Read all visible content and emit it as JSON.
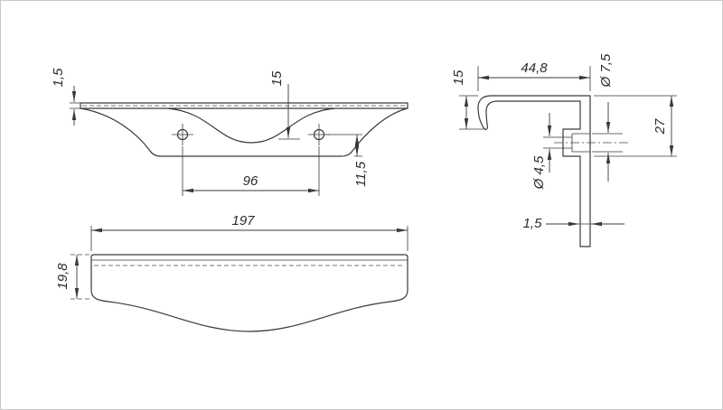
{
  "colors": {
    "background": "#ffffff",
    "line": "#3a3a3a",
    "border": "#c9c9c9"
  },
  "views": {
    "front": {
      "flange_thickness": "1,5",
      "recess_depth": "15",
      "hole_spacing": "96",
      "edge_height": "11,5"
    },
    "top": {
      "length": "197",
      "depth": "19,8"
    },
    "side": {
      "lip_height": "15",
      "width": "44,8",
      "counterbore_diameter": "Ø 7,5",
      "height": "27",
      "hole_diameter": "Ø 4,5",
      "wall_thickness": "1,5"
    }
  }
}
